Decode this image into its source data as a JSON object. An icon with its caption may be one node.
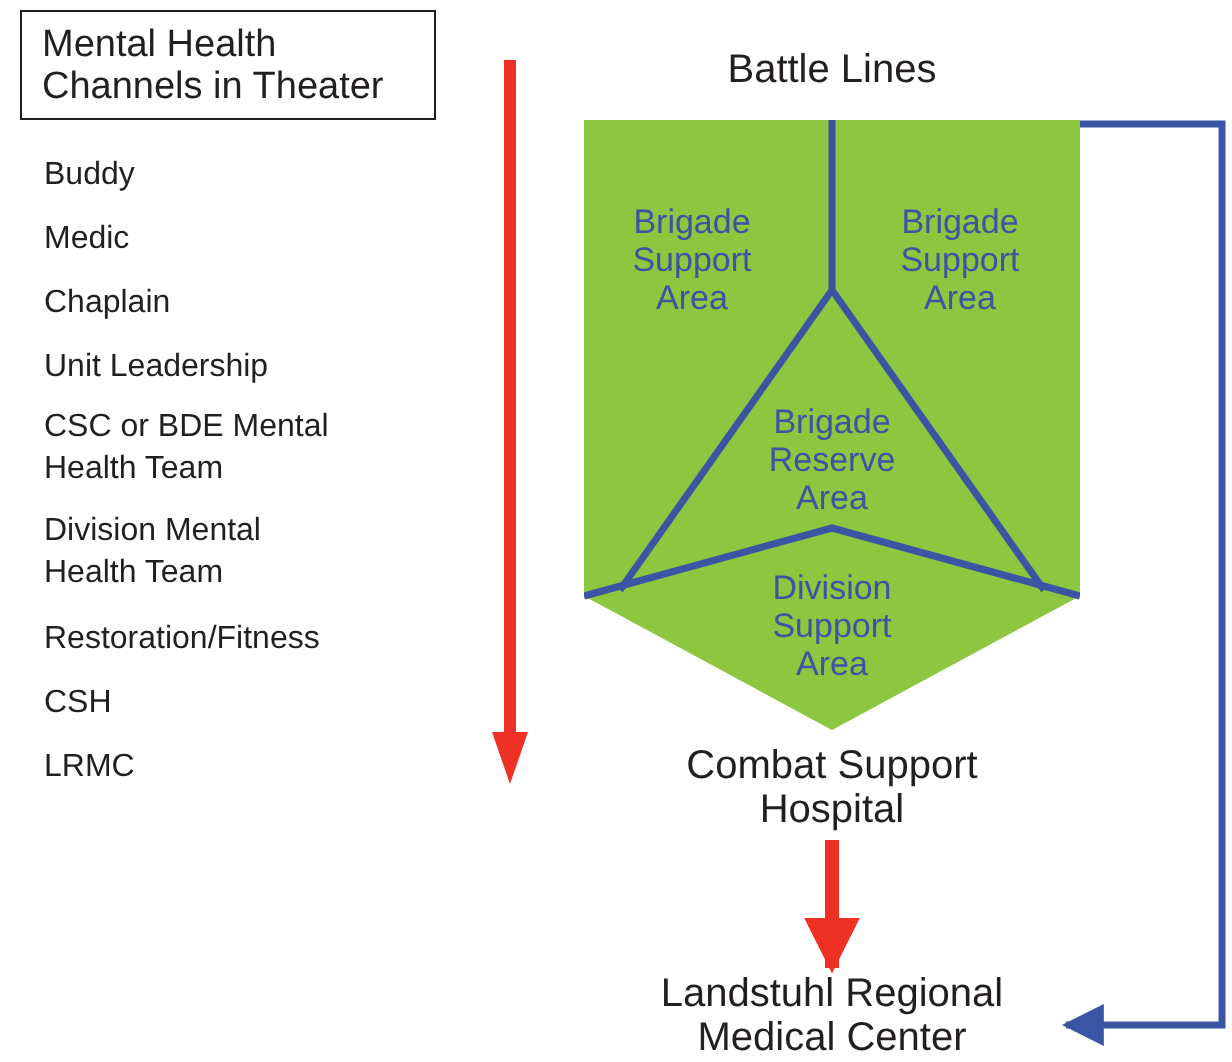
{
  "diagram": {
    "nodes": [
      {
        "text": [
          "Mental Health Channels in Theater"
        ]
      },
      {
        "text": [
          "Battle Lines"
        ]
      },
      {
        "text": [
          "Brigade Support Area"
        ],
        "in": 1
      },
      {
        "text": [
          "Brigade Support Area"
        ],
        "in": 1
      },
      {
        "text": [
          "Brigade Reserve Area"
        ],
        "in": 1
      },
      {
        "text": [
          "Division Support Area"
        ],
        "in": 1
      },
      {
        "text": [
          "Combat Support Hospital"
        ]
      },
      {
        "text": [
          "Landstuhl Regional Medical Center"
        ]
      }
    ],
    "edges": [
      {
        "from": 6,
        "to": 7,
        "arrow": "to",
        "style": "thick",
        "color": "#ee3124"
      },
      {
        "from": 1,
        "to": 7,
        "arrow": "to",
        "color": "#3a55a4"
      }
    ],
    "labels": [
      "Buddy",
      "Medic",
      "Chaplain",
      "Unit Leadership",
      "CSC or BDE Mental Health Team",
      "Division Mental Health Team",
      "Restoration/Fitness",
      "CSH",
      "LRMC"
    ]
  }
}
